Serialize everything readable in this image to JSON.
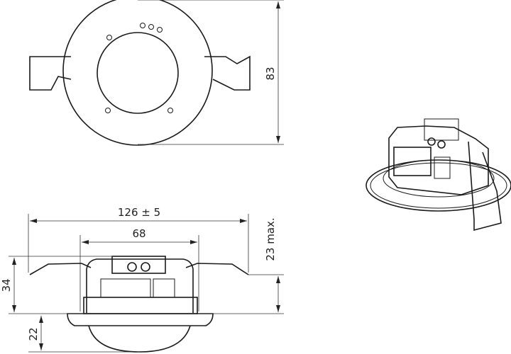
{
  "dimensions": {
    "height_top_view": "83",
    "overall_width": "126 ± 5",
    "cutout_diameter": "68",
    "max_ceiling_thickness": "23 max.",
    "body_height": "34",
    "dome_height": "22"
  },
  "colors": {
    "line": "#1a1a1a",
    "background": "#ffffff"
  }
}
